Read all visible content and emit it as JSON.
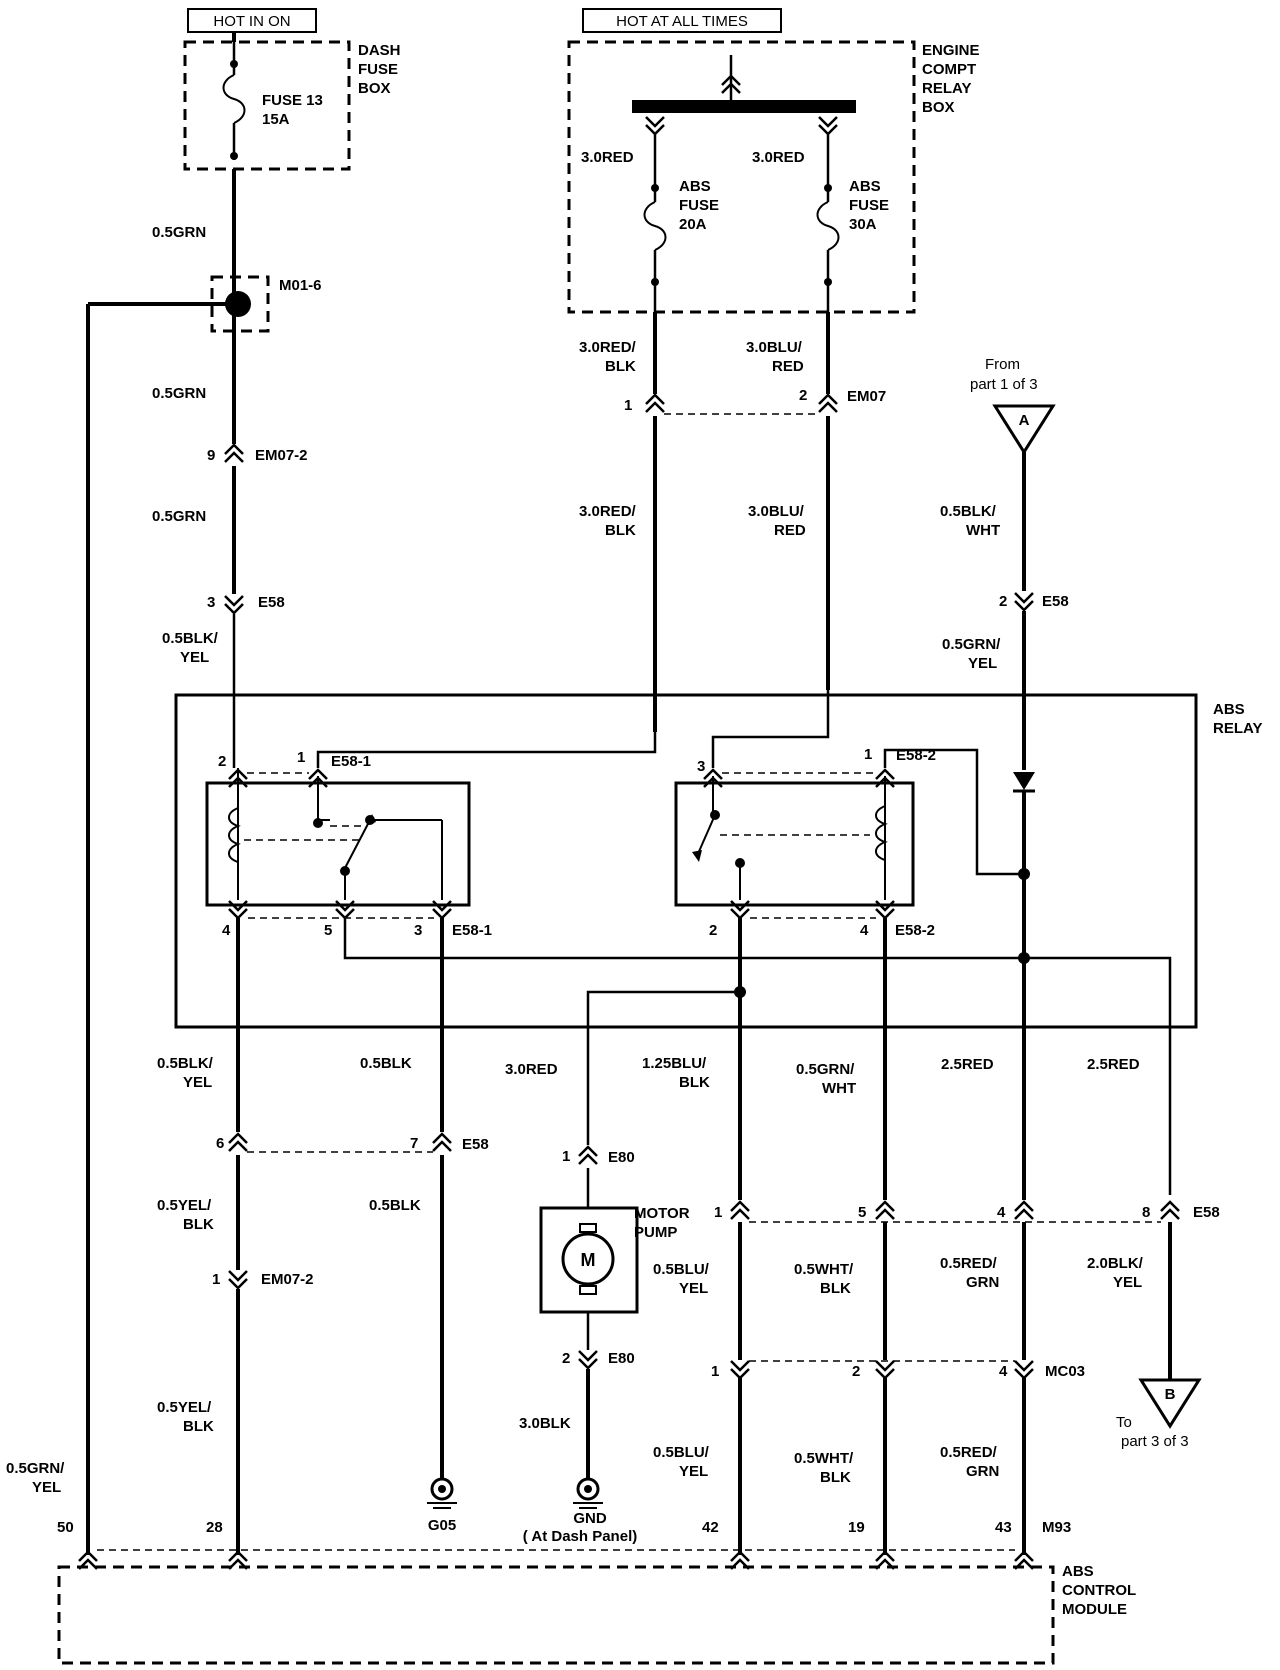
{
  "headers": {
    "hot_in_on": "HOT IN ON",
    "hot_at_all_times": "HOT AT ALL TIMES"
  },
  "boxes": {
    "dash_fuse_box": [
      "DASH",
      "FUSE",
      "BOX"
    ],
    "engine_relay_box": [
      "ENGINE",
      "COMPT",
      "RELAY",
      "BOX"
    ],
    "abs_relay": [
      "ABS",
      "RELAY"
    ],
    "abs_control_module": [
      "ABS",
      "CONTROL",
      "MODULE"
    ],
    "motor_pump": [
      "MOTOR",
      "PUMP"
    ]
  },
  "fuses": {
    "fuse13": [
      "FUSE 13",
      "15A"
    ],
    "abs20": [
      "ABS",
      "FUSE",
      "20A"
    ],
    "abs30": [
      "ABS",
      "FUSE",
      "30A"
    ]
  },
  "connectors": {
    "m01_6": "M01-6",
    "em07": "EM07",
    "em07_2_top": "EM07-2",
    "em07_2_bot": "EM07-2",
    "e58_a": "E58",
    "e58_b": "E58",
    "e58_c": "E58",
    "e58_d": "E58",
    "e58_1_top": "E58-1",
    "e58_1_bot": "E58-1",
    "e58_2_top": "E58-2",
    "e58_2_bot": "E58-2",
    "e80_top": "E80",
    "e80_bot": "E80",
    "mc03": "MC03",
    "m93": "M93"
  },
  "pins": {
    "em07_1": "1",
    "em07_2": "2",
    "em072_9": "9",
    "e58_3": "3",
    "e58_2": "2",
    "r1_2": "2",
    "r1_1": "1",
    "r1_4": "4",
    "r1_5": "5",
    "r1_3": "3",
    "r2_3": "3",
    "r2_1": "1",
    "r2_2": "2",
    "r2_4": "4",
    "e58_6": "6",
    "e58_7": "7",
    "em072_1": "1",
    "e80_1": "1",
    "e80_2": "2",
    "e58_b1": "1",
    "e58_b5": "5",
    "e58_b4": "4",
    "e58_b8": "8",
    "mc03_1": "1",
    "mc03_2": "2",
    "mc03_4": "4",
    "m93_50": "50",
    "m93_28": "28",
    "m93_42": "42",
    "m93_19": "19",
    "m93_43": "43"
  },
  "wires": {
    "w_grn1": "0.5GRN",
    "w_grn2": "0.5GRN",
    "w_grn3": "0.5GRN",
    "w_blkyel1": [
      "0.5BLK/",
      "YEL"
    ],
    "w_red1": "3.0RED",
    "w_red2": "3.0RED",
    "w_redblk1": [
      "3.0RED/",
      "BLK"
    ],
    "w_blured1": [
      "3.0BLU/",
      "RED"
    ],
    "w_redblk2": [
      "3.0RED/",
      "BLK"
    ],
    "w_blured2": [
      "3.0BLU/",
      "RED"
    ],
    "w_blkwht": [
      "0.5BLK/",
      "WHT"
    ],
    "w_grnyel": [
      "0.5GRN/",
      "YEL"
    ],
    "w_blkyel2": [
      "0.5BLK/",
      "YEL"
    ],
    "w_blk1": "0.5BLK",
    "w_red3": "3.0RED",
    "w_blublk": [
      "1.25BLU/",
      "BLK"
    ],
    "w_grnwht": [
      "0.5GRN/",
      "WHT"
    ],
    "w_red25a": "2.5RED",
    "w_red25b": "2.5RED",
    "w_yelblk1": [
      "0.5YEL/",
      "BLK"
    ],
    "w_blk2": "0.5BLK",
    "w_bluyel1": [
      "0.5BLU/",
      "YEL"
    ],
    "w_whtblk1": [
      "0.5WHT/",
      "BLK"
    ],
    "w_redgrn1": [
      "0.5RED/",
      "GRN"
    ],
    "w_blkyel20": [
      "2.0BLK/",
      "YEL"
    ],
    "w_yelblk2": [
      "0.5YEL/",
      "BLK"
    ],
    "w_blk3": "3.0BLK",
    "w_bluyel2": [
      "0.5BLU/",
      "YEL"
    ],
    "w_whtblk2": [
      "0.5WHT/",
      "BLK"
    ],
    "w_redgrn2": [
      "0.5RED/",
      "GRN"
    ],
    "w_grnyel_left": [
      "0.5GRN/",
      "YEL"
    ]
  },
  "off_page": {
    "a_letter": "A",
    "a_from": [
      "From",
      "part 1 of 3"
    ],
    "b_letter": "B",
    "b_to": [
      "To",
      "part 3 of 3"
    ]
  },
  "grounds": {
    "g05": "G05",
    "gnd": "GND",
    "gnd_note": "( At Dash Panel)"
  },
  "motor_letter": "M"
}
